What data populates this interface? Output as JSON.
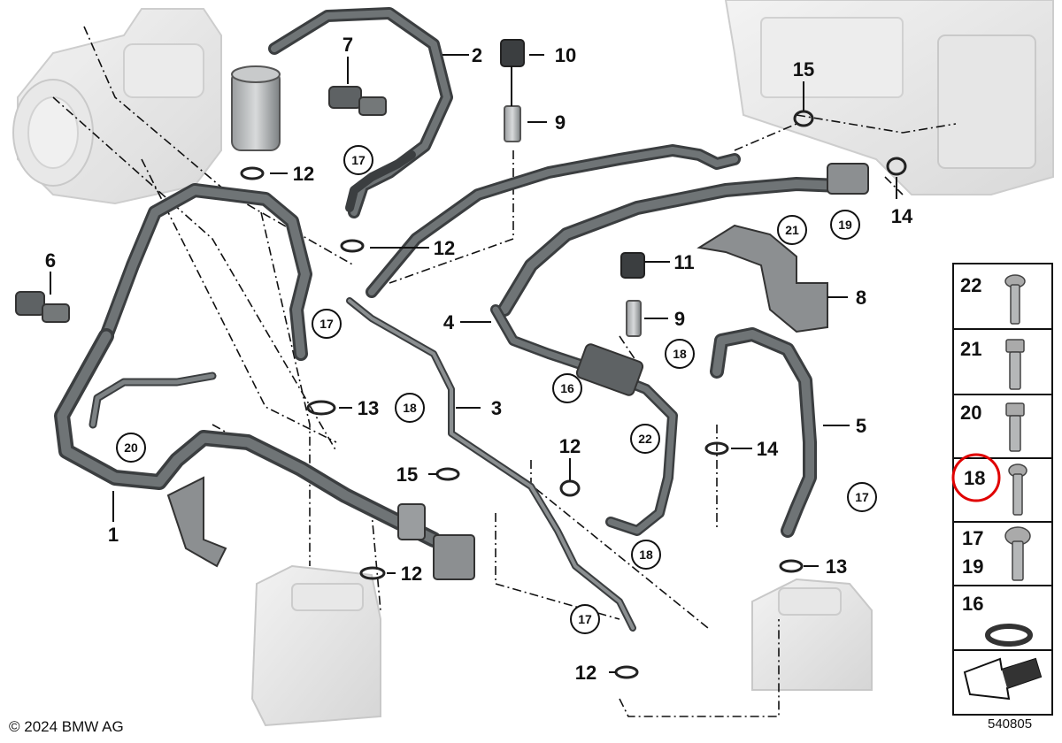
{
  "footer": {
    "copyright": "© 2024 BMW AG",
    "diagram_id": "540805"
  },
  "callouts": [
    "1",
    "2",
    "3",
    "4",
    "5",
    "6",
    "7",
    "8",
    "9",
    "9",
    "10",
    "11",
    "12",
    "12",
    "12",
    "12",
    "12",
    "12",
    "13",
    "13",
    "14",
    "14",
    "15",
    "15",
    "17",
    "17",
    "17",
    "17",
    "18",
    "18",
    "18",
    "19",
    "16",
    "22",
    "20",
    "21"
  ],
  "legend": {
    "items": [
      {
        "numbers": [
          "22"
        ]
      },
      {
        "numbers": [
          "21"
        ]
      },
      {
        "numbers": [
          "20"
        ]
      },
      {
        "numbers": [
          "18"
        ],
        "highlighted": true
      },
      {
        "numbers": [
          "17",
          "19"
        ]
      },
      {
        "numbers": [
          "16"
        ]
      }
    ]
  },
  "colors": {
    "hose": "#5f6365",
    "hose_dark": "#3b3e40",
    "highlight_ring": "#e00000",
    "ghost_part": "#dcdcdc"
  }
}
